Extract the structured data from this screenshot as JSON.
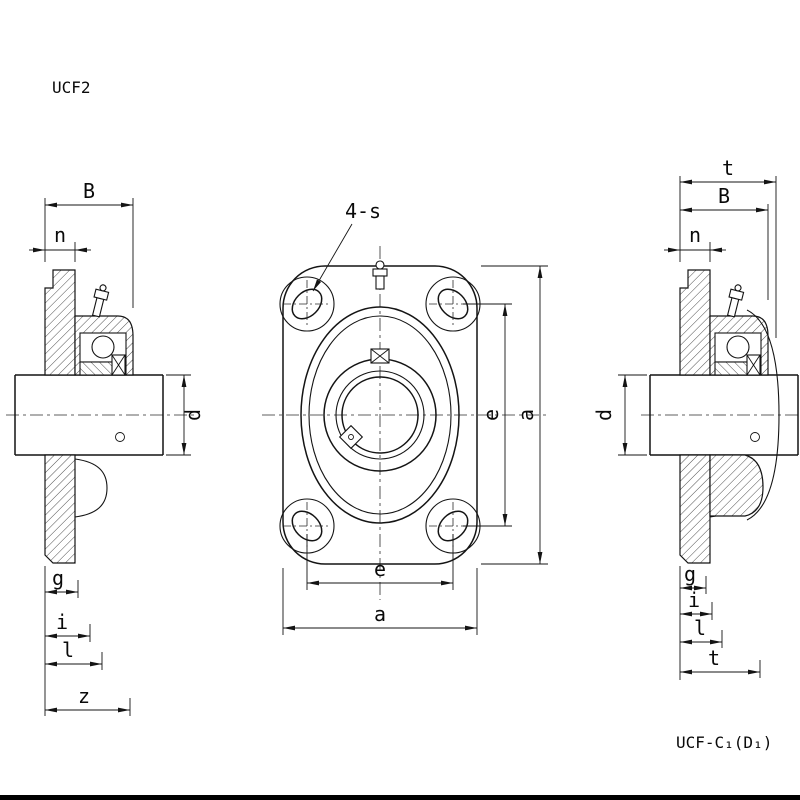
{
  "page": {
    "code": "UCF2",
    "variant": "UCF-C₁(D₁)"
  },
  "views": {
    "left": {
      "dims": {
        "B": "B",
        "n": "n",
        "d": "d",
        "g": "g",
        "i": "i",
        "l": "l",
        "z": "z"
      }
    },
    "front": {
      "bolt_note": "4-s",
      "dims": {
        "e_bottom": "e",
        "a_bottom": "a",
        "e_right": "e",
        "a_right": "a"
      }
    },
    "right": {
      "dims": {
        "t_top": "t",
        "B": "B",
        "n": "n",
        "d": "d",
        "g": "g",
        "i": "i",
        "l": "l",
        "t_bottom": "t"
      }
    }
  }
}
